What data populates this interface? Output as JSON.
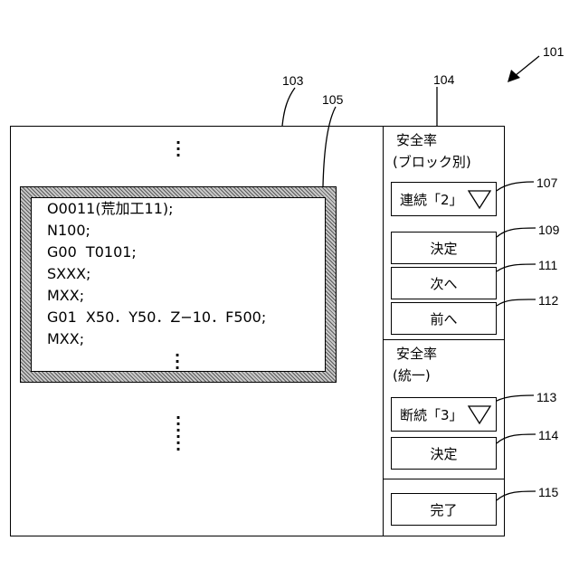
{
  "refs": {
    "figure": "101",
    "main_display": "103",
    "side_panel": "104",
    "program_frame": "105",
    "block_select": "107",
    "block_decide": "109",
    "block_next": "111",
    "block_prev": "112",
    "unified_select": "113",
    "unified_decide": "114",
    "finish": "115"
  },
  "program": {
    "lines": [
      "O0011(荒加工11);",
      "N100;",
      "G00  T0101;",
      "SXXX;",
      "MXX;",
      "G01  X50．Y50．Z−10．F500;",
      "MXX;"
    ]
  },
  "panel": {
    "block": {
      "title_line1": "安全率",
      "title_line2": "(ブロック別)",
      "select_value": "連続「2」",
      "decide_label": "決定",
      "next_label": "次へ",
      "prev_label": "前へ"
    },
    "unified": {
      "title_line1": "安全率",
      "title_line2": "(統一)",
      "select_value": "断続「3」",
      "decide_label": "決定"
    },
    "finish_label": "完了"
  },
  "icons": {
    "select_arrow": "triangle-down-icon",
    "ellipsis": "vertical-ellipsis-icon",
    "figure_arrow": "arrow-icon"
  }
}
